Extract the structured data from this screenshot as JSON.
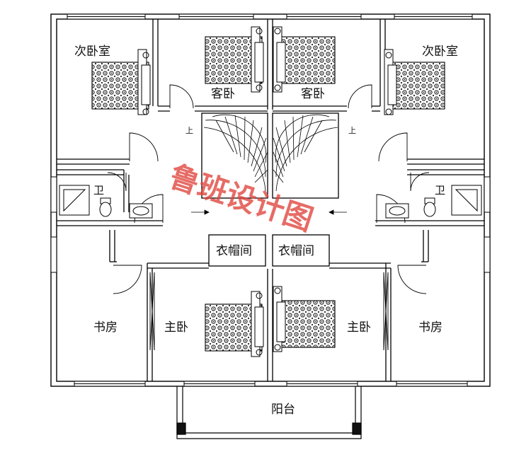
{
  "rooms": {
    "secondary_bedroom_left": "次卧室",
    "secondary_bedroom_right": "次卧室",
    "guest_left": "客卧",
    "guest_right": "客卧",
    "bath_left": "卫",
    "bath_right": "卫",
    "closet_left": "衣帽间",
    "closet_right": "衣帽间",
    "study_left": "书房",
    "study_right": "书房",
    "master_left": "主卧",
    "master_right": "主卧",
    "balcony": "阳台"
  },
  "stairs": {
    "up_left": "上",
    "up_right": "上"
  },
  "watermark": "鲁班设计图",
  "colors": {
    "wall": "#000000",
    "watermark": "#e0443c",
    "bed": "#333333"
  },
  "icons": [
    "bed-icon",
    "toilet-icon",
    "sink-icon",
    "shower-icon",
    "stair-icon",
    "door-swing-icon",
    "window-icon"
  ]
}
